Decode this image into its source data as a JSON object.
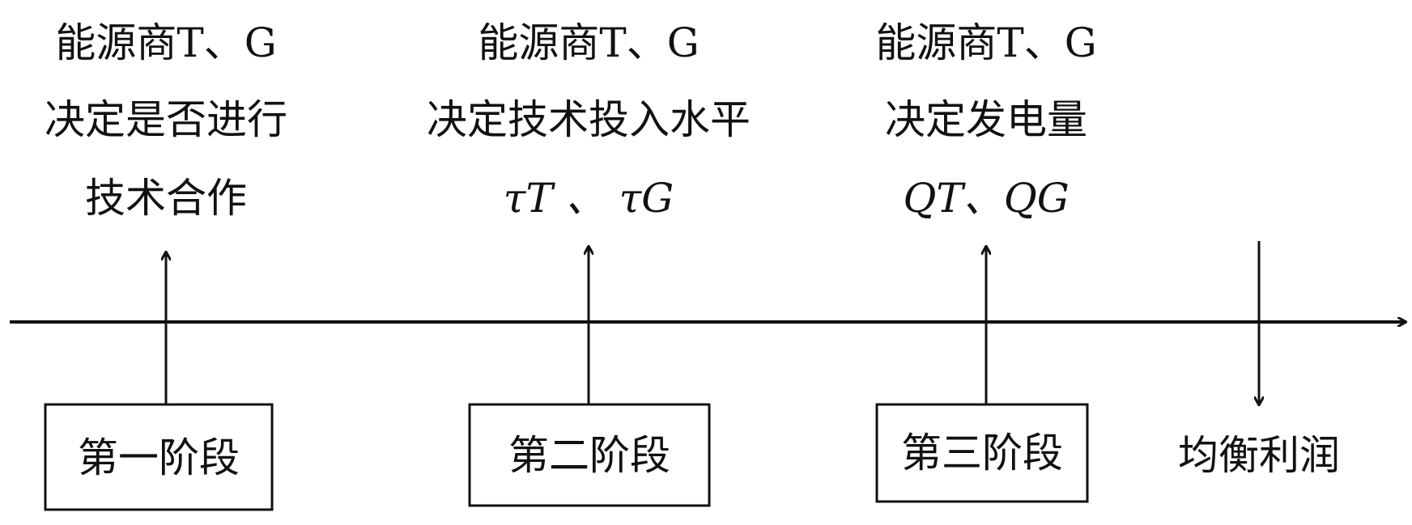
{
  "stages": [
    {
      "lines": [
        "能源商T、G",
        "决定是否进行",
        "技术合作"
      ],
      "box": "第一阶段"
    },
    {
      "lines": [
        "能源商T、G",
        "决定技术投入水平",
        "τT 、 τG"
      ],
      "box": "第二阶段"
    },
    {
      "lines": [
        "能源商T、G",
        "决定发电量",
        "QT、QG"
      ],
      "box": "第三阶段"
    }
  ],
  "outcome": "均衡利润",
  "colors": {
    "ink": "#111111",
    "background": "#ffffff"
  }
}
